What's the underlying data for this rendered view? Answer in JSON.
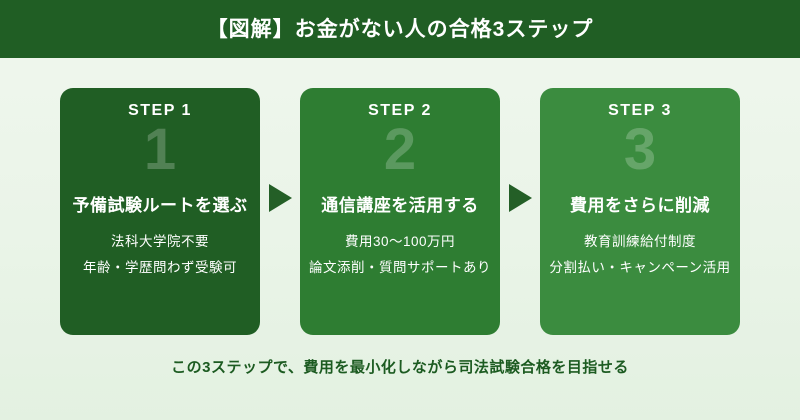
{
  "header": {
    "title": "【図解】お金がない人の合格3ステップ"
  },
  "steps": [
    {
      "label": "STEP 1",
      "number": "1",
      "title": "予備試験ルートを選ぶ",
      "details": [
        "法科大学院不要",
        "年齢・学歴問わず受験可"
      ],
      "color": "#205e24"
    },
    {
      "label": "STEP 2",
      "number": "2",
      "title": "通信講座を活用する",
      "details": [
        "費用30〜100万円",
        "論文添削・質問サポートあり"
      ],
      "color": "#2e7d32"
    },
    {
      "label": "STEP 3",
      "number": "3",
      "title": "費用をさらに削減",
      "details": [
        "教育訓練給付制度",
        "分割払い・キャンペーン活用"
      ],
      "color": "#3b8c3f"
    }
  ],
  "footer": {
    "caption": "この3ステップで、費用を最小化しながら司法試験合格を目指せる"
  },
  "colors": {
    "header_bg": "#205e24",
    "arrow": "#245f27",
    "footer_text": "#1c5b21",
    "background_top": "#f0f7ee",
    "background_bottom": "#e3f1e1"
  }
}
